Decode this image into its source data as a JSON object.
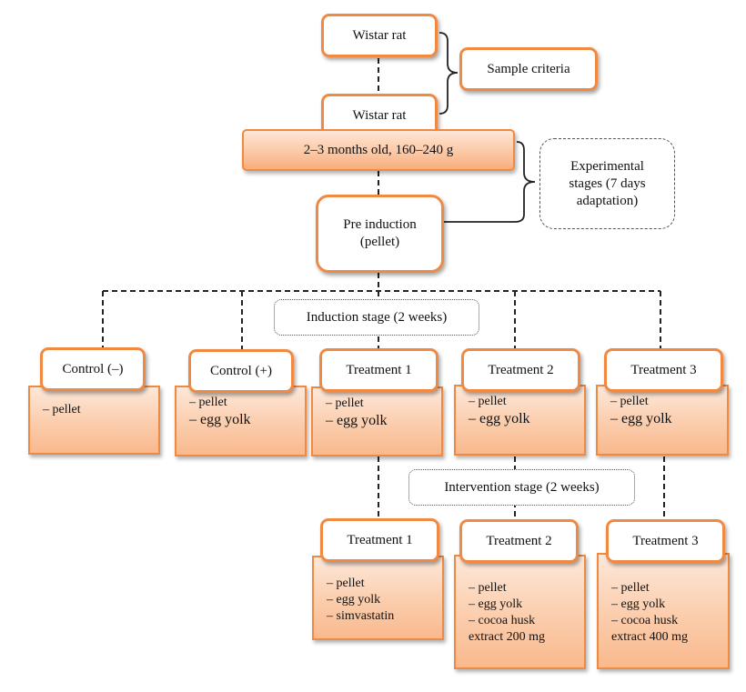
{
  "nodes": {
    "wistar_top": "Wistar rat",
    "wistar_bottom": "Wistar rat",
    "sample_criteria": "Sample criteria",
    "age_weight": "2–3 months old, 160–240 g",
    "experimental_stages": [
      "Experimental",
      "stages (7 days",
      "adaptation)"
    ],
    "pre_induction": [
      "Pre induction",
      "(pellet)"
    ],
    "induction_stage": "Induction stage (2 weeks)",
    "intervention_stage": "Intervention stage (2 weeks)"
  },
  "induction_groups": [
    {
      "title": "Control (–)",
      "items": [
        "– pellet"
      ]
    },
    {
      "title": "Control (+)",
      "items": [
        "– pellet",
        "– egg yolk"
      ]
    },
    {
      "title": "Treatment 1",
      "items": [
        "– pellet",
        "– egg yolk"
      ]
    },
    {
      "title": "Treatment 2",
      "items": [
        "– pellet",
        "– egg yolk"
      ]
    },
    {
      "title": "Treatment 3",
      "items": [
        "– pellet",
        "– egg yolk"
      ]
    }
  ],
  "intervention_groups": [
    {
      "title": "Treatment 1",
      "items": [
        "– pellet",
        "– egg yolk",
        "– simvastatin"
      ]
    },
    {
      "title": "Treatment 2",
      "items": [
        "– pellet",
        "– egg yolk",
        "– cocoa husk",
        "extract 200 mg"
      ]
    },
    {
      "title": "Treatment 3",
      "items": [
        "– pellet",
        "– egg yolk",
        "– cocoa husk",
        "extract 400 mg"
      ]
    }
  ],
  "colors": {
    "accent": "#f08a42",
    "fill": "#fbc9a6",
    "line": "#222222"
  }
}
